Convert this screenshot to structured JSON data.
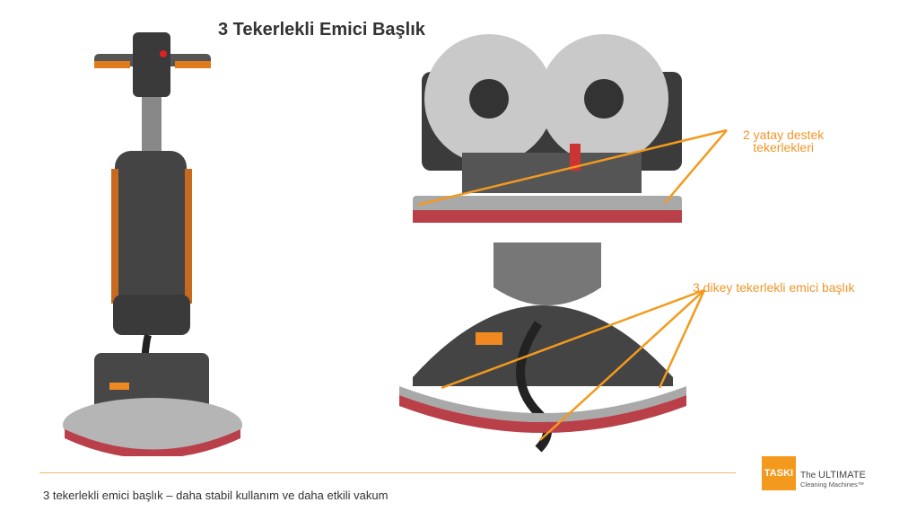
{
  "slide": {
    "title": "3 Tekerlekli Emici Başlık",
    "annotations": {
      "horizontal_wheels_line1": "2 yatay destek",
      "horizontal_wheels_line2": "tekerlekleri",
      "vertical_wheels": "3 dikey tekerlekli emici başlık"
    },
    "footer": "3 tekerlekli emici başlık – daha stabil kullanım ve daha etkili vakum",
    "logo": {
      "brand": "TASKI",
      "tagline_prefix": "The",
      "tagline_main": "ULTIMATE",
      "tagline_sub": "Cleaning Machines™"
    },
    "colors": {
      "accent": "#f0962a",
      "logo": "#f39a1e"
    }
  }
}
